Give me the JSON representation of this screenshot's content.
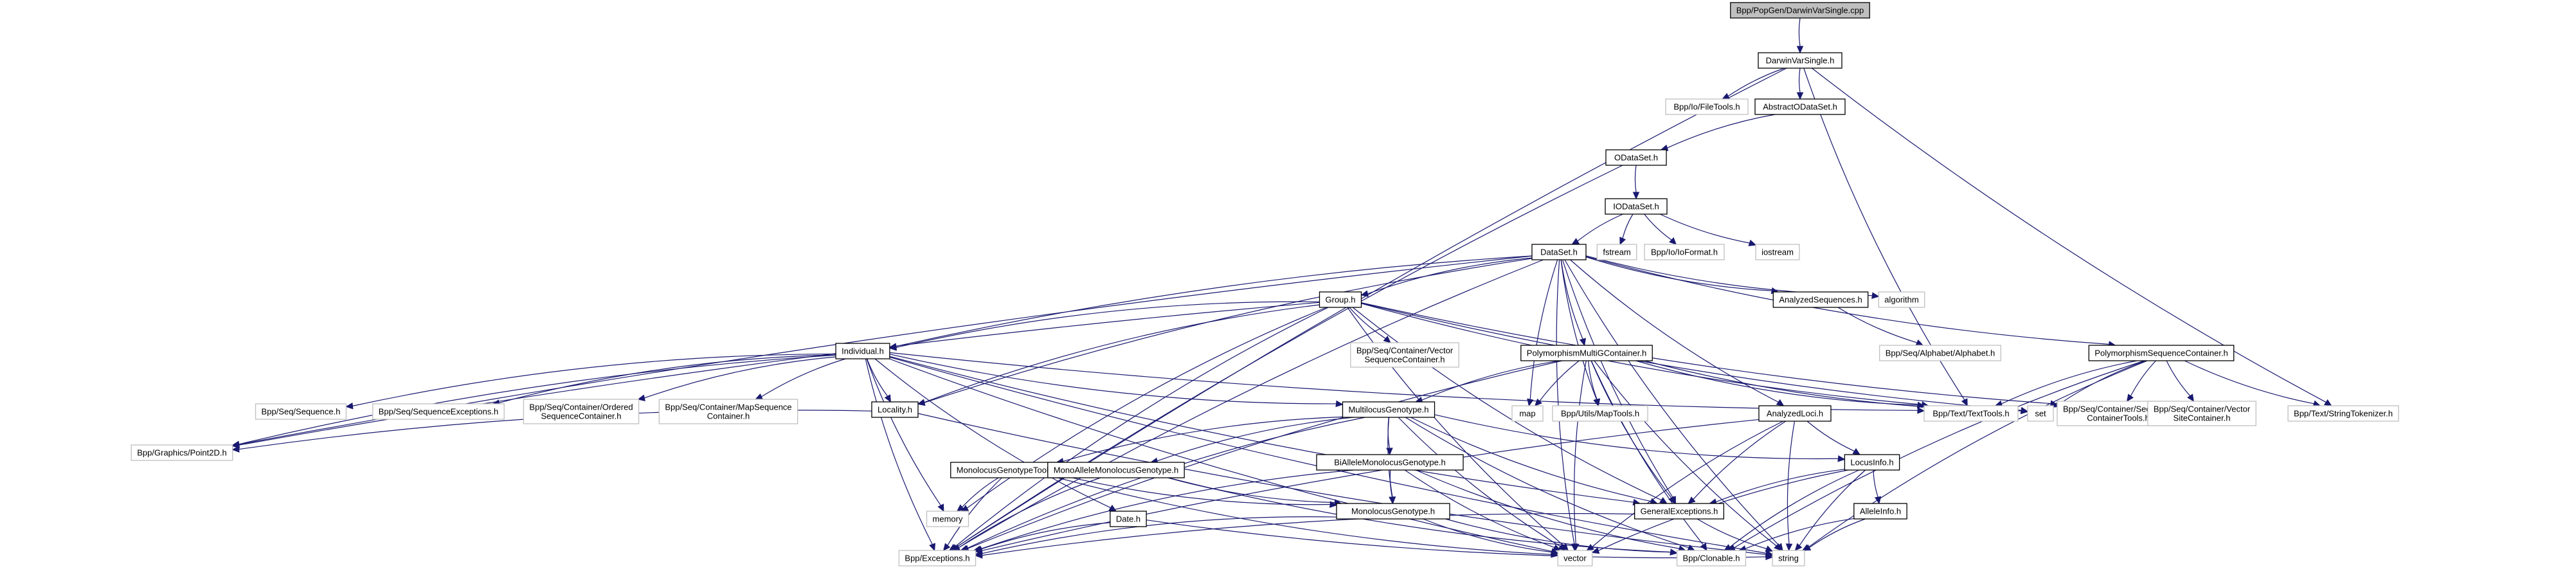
{
  "title": "Bpp/PopGen/DarwinVarSingle.cpp",
  "colors": {
    "edge": "#191970",
    "root_fill": "#bfbfbf",
    "local_border": "#000000",
    "external_border": "#bfbfbf"
  },
  "nodes": [
    {
      "id": "root",
      "label": [
        "Bpp/PopGen/DarwinVarSingle.cpp"
      ],
      "kind": "root"
    },
    {
      "id": "darwinvarsingle",
      "label": [
        "DarwinVarSingle.h"
      ],
      "kind": "local"
    },
    {
      "id": "filetools",
      "label": [
        "Bpp/Io/FileTools.h"
      ],
      "kind": "ext"
    },
    {
      "id": "abstractodataset",
      "label": [
        "AbstractODataSet.h"
      ],
      "kind": "local"
    },
    {
      "id": "odataset",
      "label": [
        "ODataSet.h"
      ],
      "kind": "local"
    },
    {
      "id": "iodataset",
      "label": [
        "IODataSet.h"
      ],
      "kind": "local"
    },
    {
      "id": "dataset",
      "label": [
        "DataSet.h"
      ],
      "kind": "local"
    },
    {
      "id": "fstream",
      "label": [
        "fstream"
      ],
      "kind": "ext"
    },
    {
      "id": "ioformat",
      "label": [
        "Bpp/Io/IoFormat.h"
      ],
      "kind": "ext"
    },
    {
      "id": "iostream",
      "label": [
        "iostream"
      ],
      "kind": "ext"
    },
    {
      "id": "group",
      "label": [
        "Group.h"
      ],
      "kind": "local"
    },
    {
      "id": "analyzedsequences",
      "label": [
        "AnalyzedSequences.h"
      ],
      "kind": "local"
    },
    {
      "id": "algorithm",
      "label": [
        "algorithm"
      ],
      "kind": "ext"
    },
    {
      "id": "alphabet",
      "label": [
        "Bpp/Seq/Alphabet/Alphabet.h"
      ],
      "kind": "ext"
    },
    {
      "id": "vectorseqcontainer",
      "label": [
        "Bpp/Seq/Container/Vector",
        "SequenceContainer.h"
      ],
      "kind": "ext"
    },
    {
      "id": "individual",
      "label": [
        "Individual.h"
      ],
      "kind": "local"
    },
    {
      "id": "polymultig",
      "label": [
        "PolymorphismMultiGContainer.h"
      ],
      "kind": "local"
    },
    {
      "id": "polyseq",
      "label": [
        "PolymorphismSequenceContainer.h"
      ],
      "kind": "local"
    },
    {
      "id": "sequence",
      "label": [
        "Bpp/Seq/Sequence.h"
      ],
      "kind": "ext"
    },
    {
      "id": "seqexceptions",
      "label": [
        "Bpp/Seq/SequenceExceptions.h"
      ],
      "kind": "ext"
    },
    {
      "id": "orderedseq",
      "label": [
        "Bpp/Seq/Container/Ordered",
        "SequenceContainer.h"
      ],
      "kind": "ext"
    },
    {
      "id": "mapseq",
      "label": [
        "Bpp/Seq/Container/MapSequence",
        "Container.h"
      ],
      "kind": "ext"
    },
    {
      "id": "locality",
      "label": [
        "Locality.h"
      ],
      "kind": "local"
    },
    {
      "id": "multilocus",
      "label": [
        "MultilocusGenotype.h"
      ],
      "kind": "local"
    },
    {
      "id": "map",
      "label": [
        "map"
      ],
      "kind": "ext"
    },
    {
      "id": "maptools",
      "label": [
        "Bpp/Utils/MapTools.h"
      ],
      "kind": "ext"
    },
    {
      "id": "analyzedloci",
      "label": [
        "AnalyzedLoci.h"
      ],
      "kind": "local"
    },
    {
      "id": "texttools",
      "label": [
        "Bpp/Text/TextTools.h"
      ],
      "kind": "ext"
    },
    {
      "id": "set",
      "label": [
        "set"
      ],
      "kind": "ext"
    },
    {
      "id": "seqcontainertools",
      "label": [
        "Bpp/Seq/Container/Sequence",
        "ContainerTools.h"
      ],
      "kind": "ext"
    },
    {
      "id": "vectorsitecontainer",
      "label": [
        "Bpp/Seq/Container/Vector",
        "SiteContainer.h"
      ],
      "kind": "ext"
    },
    {
      "id": "stringtokenizer",
      "label": [
        "Bpp/Text/StringTokenizer.h"
      ],
      "kind": "ext"
    },
    {
      "id": "point2d",
      "label": [
        "Bpp/Graphics/Point2D.h"
      ],
      "kind": "ext"
    },
    {
      "id": "monolocustools",
      "label": [
        "MonolocusGenotypeTools.h"
      ],
      "kind": "local"
    },
    {
      "id": "monoallele",
      "label": [
        "MonoAlleleMonolocusGenotype.h"
      ],
      "kind": "local"
    },
    {
      "id": "biallele",
      "label": [
        "BiAlleleMonolocusGenotype.h"
      ],
      "kind": "local"
    },
    {
      "id": "locusinfo",
      "label": [
        "LocusInfo.h"
      ],
      "kind": "local"
    },
    {
      "id": "memory",
      "label": [
        "memory"
      ],
      "kind": "ext"
    },
    {
      "id": "date",
      "label": [
        "Date.h"
      ],
      "kind": "local"
    },
    {
      "id": "monolocus",
      "label": [
        "MonolocusGenotype.h"
      ],
      "kind": "local"
    },
    {
      "id": "generalexceptions",
      "label": [
        "GeneralExceptions.h"
      ],
      "kind": "local"
    },
    {
      "id": "alleleinfo",
      "label": [
        "AlleleInfo.h"
      ],
      "kind": "local"
    },
    {
      "id": "exceptions",
      "label": [
        "Bpp/Exceptions.h"
      ],
      "kind": "ext"
    },
    {
      "id": "vector",
      "label": [
        "vector"
      ],
      "kind": "ext"
    },
    {
      "id": "clonable",
      "label": [
        "Bpp/Clonable.h"
      ],
      "kind": "ext"
    },
    {
      "id": "string",
      "label": [
        "string"
      ],
      "kind": "ext"
    }
  ],
  "edges": [
    [
      "root",
      "darwinvarsingle"
    ],
    [
      "darwinvarsingle",
      "filetools"
    ],
    [
      "darwinvarsingle",
      "abstractodataset"
    ],
    [
      "darwinvarsingle",
      "texttools"
    ],
    [
      "darwinvarsingle",
      "stringtokenizer"
    ],
    [
      "darwinvarsingle",
      "exceptions"
    ],
    [
      "abstractodataset",
      "odataset"
    ],
    [
      "odataset",
      "iodataset"
    ],
    [
      "odataset",
      "exceptions"
    ],
    [
      "iodataset",
      "dataset"
    ],
    [
      "iodataset",
      "fstream"
    ],
    [
      "iodataset",
      "ioformat"
    ],
    [
      "iodataset",
      "iostream"
    ],
    [
      "dataset",
      "group"
    ],
    [
      "dataset",
      "analyzedsequences"
    ],
    [
      "dataset",
      "algorithm"
    ],
    [
      "dataset",
      "polymultig"
    ],
    [
      "dataset",
      "polyseq"
    ],
    [
      "dataset",
      "individual"
    ],
    [
      "dataset",
      "locality"
    ],
    [
      "dataset",
      "analyzedloci"
    ],
    [
      "dataset",
      "map"
    ],
    [
      "dataset",
      "maptools"
    ],
    [
      "dataset",
      "generalexceptions"
    ],
    [
      "dataset",
      "vector"
    ],
    [
      "dataset",
      "string"
    ],
    [
      "dataset",
      "point2d"
    ],
    [
      "dataset",
      "exceptions"
    ],
    [
      "analyzedsequences",
      "alphabet"
    ],
    [
      "group",
      "individual"
    ],
    [
      "group",
      "vectorseqcontainer"
    ],
    [
      "group",
      "locality"
    ],
    [
      "group",
      "texttools"
    ],
    [
      "group",
      "set"
    ],
    [
      "group",
      "seqcontainertools"
    ],
    [
      "group",
      "generalexceptions"
    ],
    [
      "group",
      "memory"
    ],
    [
      "group",
      "vector"
    ],
    [
      "group",
      "point2d"
    ],
    [
      "group",
      "exceptions"
    ],
    [
      "individual",
      "sequence"
    ],
    [
      "individual",
      "seqexceptions"
    ],
    [
      "individual",
      "orderedseq"
    ],
    [
      "individual",
      "mapseq"
    ],
    [
      "individual",
      "locality"
    ],
    [
      "individual",
      "multilocus"
    ],
    [
      "individual",
      "date"
    ],
    [
      "individual",
      "memory"
    ],
    [
      "individual",
      "texttools"
    ],
    [
      "individual",
      "generalexceptions"
    ],
    [
      "individual",
      "point2d"
    ],
    [
      "individual",
      "exceptions"
    ],
    [
      "individual",
      "vector"
    ],
    [
      "individual",
      "string"
    ],
    [
      "polymultig",
      "multilocus"
    ],
    [
      "polymultig",
      "map"
    ],
    [
      "polymultig",
      "maptools"
    ],
    [
      "polymultig",
      "texttools"
    ],
    [
      "polymultig",
      "set"
    ],
    [
      "polymultig",
      "generalexceptions"
    ],
    [
      "polymultig",
      "vector"
    ],
    [
      "polymultig",
      "string"
    ],
    [
      "polymultig",
      "clonable"
    ],
    [
      "polymultig",
      "exceptions"
    ],
    [
      "polyseq",
      "seqcontainertools"
    ],
    [
      "polyseq",
      "vectorsitecontainer"
    ],
    [
      "polyseq",
      "stringtokenizer"
    ],
    [
      "polyseq",
      "texttools"
    ],
    [
      "polyseq",
      "set"
    ],
    [
      "polyseq",
      "string"
    ],
    [
      "polyseq",
      "clonable"
    ],
    [
      "locality",
      "point2d"
    ],
    [
      "locality",
      "string"
    ],
    [
      "multilocus",
      "monolocustools"
    ],
    [
      "multilocus",
      "monoallele"
    ],
    [
      "multilocus",
      "biallele"
    ],
    [
      "multilocus",
      "monolocus"
    ],
    [
      "multilocus",
      "locusinfo"
    ],
    [
      "multilocus",
      "generalexceptions"
    ],
    [
      "multilocus",
      "vector"
    ],
    [
      "multilocus",
      "exceptions"
    ],
    [
      "multilocus",
      "clonable"
    ],
    [
      "analyzedloci",
      "locusinfo"
    ],
    [
      "analyzedloci",
      "generalexceptions"
    ],
    [
      "analyzedloci",
      "string"
    ],
    [
      "analyzedloci",
      "vector"
    ],
    [
      "analyzedloci",
      "exceptions"
    ],
    [
      "monolocustools",
      "memory"
    ],
    [
      "monolocustools",
      "monolocus"
    ],
    [
      "monolocustools",
      "exceptions"
    ],
    [
      "monolocustools",
      "vector"
    ],
    [
      "monoallele",
      "monolocus"
    ],
    [
      "monoallele",
      "exceptions"
    ],
    [
      "monoallele",
      "clonable"
    ],
    [
      "biallele",
      "monolocus"
    ],
    [
      "biallele",
      "exceptions"
    ],
    [
      "biallele",
      "vector"
    ],
    [
      "biallele",
      "clonable"
    ],
    [
      "locusinfo",
      "alleleinfo"
    ],
    [
      "locusinfo",
      "generalexceptions"
    ],
    [
      "locusinfo",
      "vector"
    ],
    [
      "locusinfo",
      "string"
    ],
    [
      "locusinfo",
      "clonable"
    ],
    [
      "date",
      "exceptions"
    ],
    [
      "date",
      "string"
    ],
    [
      "monolocus",
      "vector"
    ],
    [
      "monolocus",
      "clonable"
    ],
    [
      "monolocus",
      "exceptions"
    ],
    [
      "generalexceptions",
      "exceptions"
    ],
    [
      "generalexceptions",
      "string"
    ],
    [
      "alleleinfo",
      "clonable"
    ],
    [
      "alleleinfo",
      "string"
    ]
  ]
}
